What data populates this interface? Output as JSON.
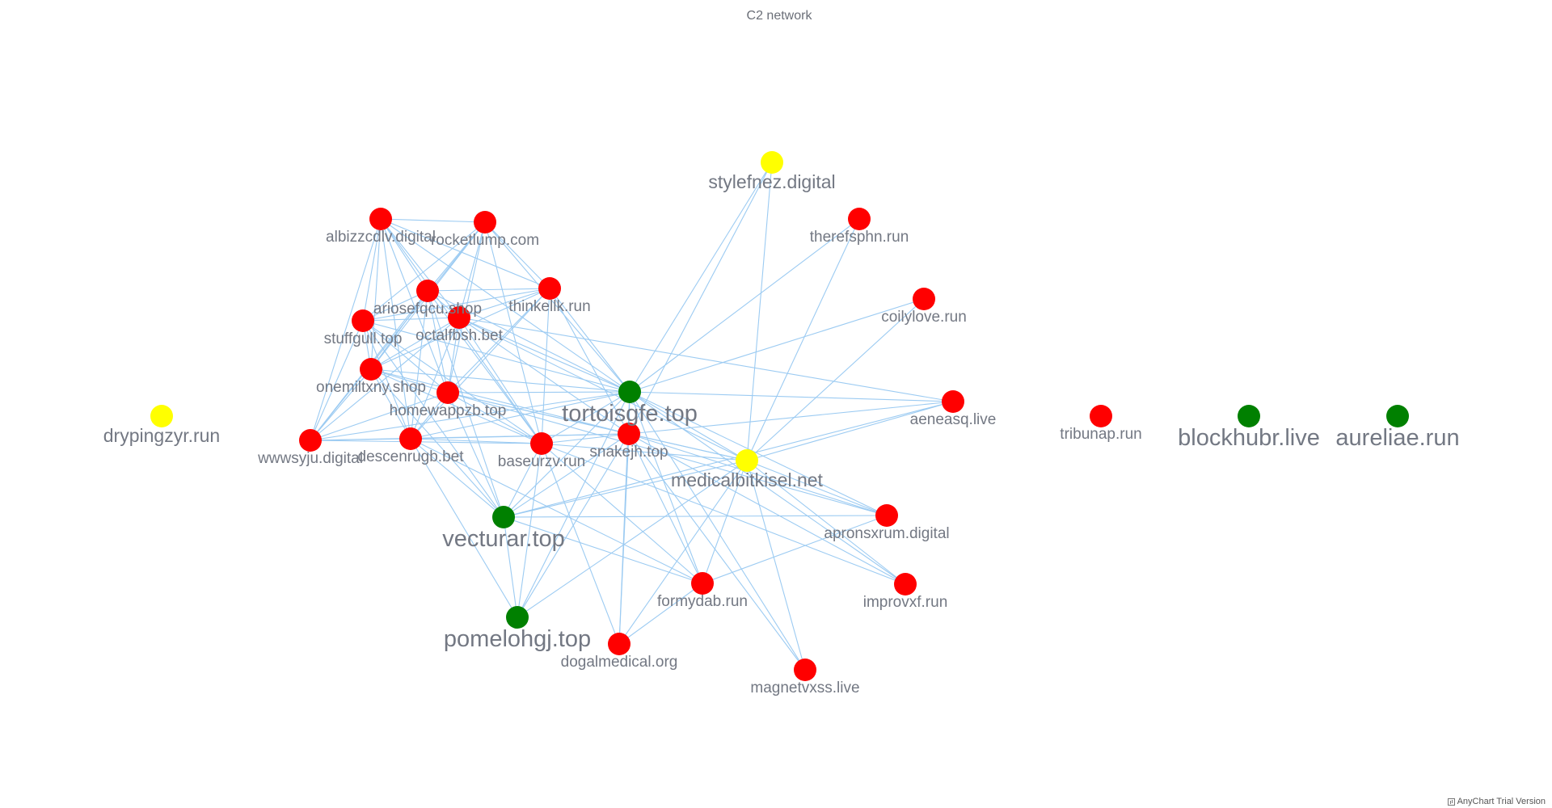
{
  "title": "C2 network",
  "credit": "AnyChart Trial Version",
  "colors": {
    "red": "#ff0000",
    "green": "#008000",
    "yellow": "#ffff00",
    "edge": "#9ccbf2"
  },
  "nodes": [
    {
      "id": "stylefnez.digital",
      "color": "yellow"
    },
    {
      "id": "albizzcdlv.digital",
      "color": "red"
    },
    {
      "id": "rocketlump.com",
      "color": "red"
    },
    {
      "id": "therefsphn.run",
      "color": "red"
    },
    {
      "id": "ariosefqcu.shop",
      "color": "red"
    },
    {
      "id": "thinkellk.run",
      "color": "red"
    },
    {
      "id": "coilylove.run",
      "color": "red"
    },
    {
      "id": "stuffgull.top",
      "color": "red"
    },
    {
      "id": "octalfbsh.bet",
      "color": "red"
    },
    {
      "id": "onemiltxny.shop",
      "color": "red"
    },
    {
      "id": "homewappzb.top",
      "color": "red"
    },
    {
      "id": "tortoisgfe.top",
      "color": "green"
    },
    {
      "id": "aeneasq.live",
      "color": "red"
    },
    {
      "id": "drypingzyr.run",
      "color": "yellow"
    },
    {
      "id": "wwwsyju.digital",
      "color": "red"
    },
    {
      "id": "descenrugb.bet",
      "color": "red"
    },
    {
      "id": "baseurzv.run",
      "color": "red"
    },
    {
      "id": "snakejh.top",
      "color": "red"
    },
    {
      "id": "medicalbitkisel.net",
      "color": "yellow"
    },
    {
      "id": "tribunap.run",
      "color": "red"
    },
    {
      "id": "blockhubr.live",
      "color": "green"
    },
    {
      "id": "aureliae.run",
      "color": "green"
    },
    {
      "id": "vecturar.top",
      "color": "green"
    },
    {
      "id": "apronsxrum.digital",
      "color": "red"
    },
    {
      "id": "formydab.run",
      "color": "red"
    },
    {
      "id": "improvxf.run",
      "color": "red"
    },
    {
      "id": "pomelohgj.top",
      "color": "green"
    },
    {
      "id": "dogalmedical.org",
      "color": "red"
    },
    {
      "id": "magnetvxss.live",
      "color": "red"
    }
  ],
  "edges": [
    [
      "albizzcdlv.digital",
      "rocketlump.com"
    ],
    [
      "albizzcdlv.digital",
      "ariosefqcu.shop"
    ],
    [
      "albizzcdlv.digital",
      "octalfbsh.bet"
    ],
    [
      "albizzcdlv.digital",
      "stuffgull.top"
    ],
    [
      "albizzcdlv.digital",
      "onemiltxny.shop"
    ],
    [
      "albizzcdlv.digital",
      "thinkellk.run"
    ],
    [
      "albizzcdlv.digital",
      "homewappzb.top"
    ],
    [
      "albizzcdlv.digital",
      "wwwsyju.digital"
    ],
    [
      "albizzcdlv.digital",
      "descenrugb.bet"
    ],
    [
      "albizzcdlv.digital",
      "tortoisgfe.top"
    ],
    [
      "albizzcdlv.digital",
      "baseurzv.run"
    ],
    [
      "rocketlump.com",
      "ariosefqcu.shop"
    ],
    [
      "rocketlump.com",
      "octalfbsh.bet"
    ],
    [
      "rocketlump.com",
      "stuffgull.top"
    ],
    [
      "rocketlump.com",
      "thinkellk.run"
    ],
    [
      "rocketlump.com",
      "onemiltxny.shop"
    ],
    [
      "rocketlump.com",
      "homewappzb.top"
    ],
    [
      "rocketlump.com",
      "tortoisgfe.top"
    ],
    [
      "rocketlump.com",
      "wwwsyju.digital"
    ],
    [
      "rocketlump.com",
      "baseurzv.run"
    ],
    [
      "ariosefqcu.shop",
      "octalfbsh.bet"
    ],
    [
      "ariosefqcu.shop",
      "stuffgull.top"
    ],
    [
      "ariosefqcu.shop",
      "thinkellk.run"
    ],
    [
      "ariosefqcu.shop",
      "onemiltxny.shop"
    ],
    [
      "ariosefqcu.shop",
      "homewappzb.top"
    ],
    [
      "ariosefqcu.shop",
      "tortoisgfe.top"
    ],
    [
      "ariosefqcu.shop",
      "vecturar.top"
    ],
    [
      "ariosefqcu.shop",
      "wwwsyju.digital"
    ],
    [
      "ariosefqcu.shop",
      "descenrugb.bet"
    ],
    [
      "ariosefqcu.shop",
      "baseurzv.run"
    ],
    [
      "thinkellk.run",
      "stuffgull.top"
    ],
    [
      "thinkellk.run",
      "octalfbsh.bet"
    ],
    [
      "thinkellk.run",
      "onemiltxny.shop"
    ],
    [
      "thinkellk.run",
      "tortoisgfe.top"
    ],
    [
      "thinkellk.run",
      "baseurzv.run"
    ],
    [
      "thinkellk.run",
      "homewappzb.top"
    ],
    [
      "thinkellk.run",
      "descenrugb.bet"
    ],
    [
      "thinkellk.run",
      "snakejh.top"
    ],
    [
      "stuffgull.top",
      "octalfbsh.bet"
    ],
    [
      "stuffgull.top",
      "onemiltxny.shop"
    ],
    [
      "stuffgull.top",
      "homewappzb.top"
    ],
    [
      "stuffgull.top",
      "wwwsyju.digital"
    ],
    [
      "stuffgull.top",
      "descenrugb.bet"
    ],
    [
      "stuffgull.top",
      "tortoisgfe.top"
    ],
    [
      "stuffgull.top",
      "baseurzv.run"
    ],
    [
      "stuffgull.top",
      "vecturar.top"
    ],
    [
      "octalfbsh.bet",
      "onemiltxny.shop"
    ],
    [
      "octalfbsh.bet",
      "homewappzb.top"
    ],
    [
      "octalfbsh.bet",
      "tortoisgfe.top"
    ],
    [
      "octalfbsh.bet",
      "wwwsyju.digital"
    ],
    [
      "octalfbsh.bet",
      "descenrugb.bet"
    ],
    [
      "octalfbsh.bet",
      "baseurzv.run"
    ],
    [
      "octalfbsh.bet",
      "medicalbitkisel.net"
    ],
    [
      "octalfbsh.bet",
      "snakejh.top"
    ],
    [
      "onemiltxny.shop",
      "homewappzb.top"
    ],
    [
      "onemiltxny.shop",
      "wwwsyju.digital"
    ],
    [
      "onemiltxny.shop",
      "descenrugb.bet"
    ],
    [
      "onemiltxny.shop",
      "tortoisgfe.top"
    ],
    [
      "onemiltxny.shop",
      "baseurzv.run"
    ],
    [
      "onemiltxny.shop",
      "vecturar.top"
    ],
    [
      "onemiltxny.shop",
      "snakejh.top"
    ],
    [
      "homewappzb.top",
      "wwwsyju.digital"
    ],
    [
      "homewappzb.top",
      "descenrugb.bet"
    ],
    [
      "homewappzb.top",
      "tortoisgfe.top"
    ],
    [
      "homewappzb.top",
      "baseurzv.run"
    ],
    [
      "homewappzb.top",
      "snakejh.top"
    ],
    [
      "homewappzb.top",
      "medicalbitkisel.net"
    ],
    [
      "homewappzb.top",
      "vecturar.top"
    ],
    [
      "wwwsyju.digital",
      "descenrugb.bet"
    ],
    [
      "wwwsyju.digital",
      "tortoisgfe.top"
    ],
    [
      "wwwsyju.digital",
      "snakejh.top"
    ],
    [
      "wwwsyju.digital",
      "baseurzv.run"
    ],
    [
      "descenrugb.bet",
      "baseurzv.run"
    ],
    [
      "descenrugb.bet",
      "tortoisgfe.top"
    ],
    [
      "descenrugb.bet",
      "vecturar.top"
    ],
    [
      "descenrugb.bet",
      "snakejh.top"
    ],
    [
      "descenrugb.bet",
      "pomelohgj.top"
    ],
    [
      "descenrugb.bet",
      "formydab.run"
    ],
    [
      "baseurzv.run",
      "tortoisgfe.top"
    ],
    [
      "baseurzv.run",
      "vecturar.top"
    ],
    [
      "baseurzv.run",
      "snakejh.top"
    ],
    [
      "baseurzv.run",
      "medicalbitkisel.net"
    ],
    [
      "baseurzv.run",
      "pomelohgj.top"
    ],
    [
      "baseurzv.run",
      "formydab.run"
    ],
    [
      "baseurzv.run",
      "dogalmedical.org"
    ],
    [
      "tortoisgfe.top",
      "stylefnez.digital"
    ],
    [
      "tortoisgfe.top",
      "therefsphn.run"
    ],
    [
      "tortoisgfe.top",
      "coilylove.run"
    ],
    [
      "tortoisgfe.top",
      "aeneasq.live"
    ],
    [
      "tortoisgfe.top",
      "snakejh.top"
    ],
    [
      "tortoisgfe.top",
      "medicalbitkisel.net"
    ],
    [
      "tortoisgfe.top",
      "vecturar.top"
    ],
    [
      "tortoisgfe.top",
      "pomelohgj.top"
    ],
    [
      "tortoisgfe.top",
      "formydab.run"
    ],
    [
      "tortoisgfe.top",
      "apronsxrum.digital"
    ],
    [
      "tortoisgfe.top",
      "improvxf.run"
    ],
    [
      "tortoisgfe.top",
      "magnetvxss.live"
    ],
    [
      "tortoisgfe.top",
      "dogalmedical.org"
    ],
    [
      "medicalbitkisel.net",
      "stylefnez.digital"
    ],
    [
      "medicalbitkisel.net",
      "therefsphn.run"
    ],
    [
      "medicalbitkisel.net",
      "coilylove.run"
    ],
    [
      "medicalbitkisel.net",
      "aeneasq.live"
    ],
    [
      "medicalbitkisel.net",
      "snakejh.top"
    ],
    [
      "medicalbitkisel.net",
      "vecturar.top"
    ],
    [
      "medicalbitkisel.net",
      "pomelohgj.top"
    ],
    [
      "medicalbitkisel.net",
      "formydab.run"
    ],
    [
      "medicalbitkisel.net",
      "apronsxrum.digital"
    ],
    [
      "medicalbitkisel.net",
      "improvxf.run"
    ],
    [
      "medicalbitkisel.net",
      "magnetvxss.live"
    ],
    [
      "medicalbitkisel.net",
      "dogalmedical.org"
    ],
    [
      "snakejh.top",
      "stylefnez.digital"
    ],
    [
      "snakejh.top",
      "aeneasq.live"
    ],
    [
      "snakejh.top",
      "vecturar.top"
    ],
    [
      "snakejh.top",
      "formydab.run"
    ],
    [
      "snakejh.top",
      "dogalmedical.org"
    ],
    [
      "snakejh.top",
      "apronsxrum.digital"
    ],
    [
      "snakejh.top",
      "improvxf.run"
    ],
    [
      "snakejh.top",
      "magnetvxss.live"
    ],
    [
      "snakejh.top",
      "pomelohgj.top"
    ],
    [
      "vecturar.top",
      "aeneasq.live"
    ],
    [
      "vecturar.top",
      "pomelohgj.top"
    ],
    [
      "vecturar.top",
      "formydab.run"
    ],
    [
      "vecturar.top",
      "apronsxrum.digital"
    ],
    [
      "formydab.run",
      "apronsxrum.digital"
    ],
    [
      "formydab.run",
      "dogalmedical.org"
    ],
    [
      "homewappzb.top",
      "apronsxrum.digital"
    ],
    [
      "baseurzv.run",
      "improvxf.run"
    ],
    [
      "octalfbsh.bet",
      "aeneasq.live"
    ]
  ]
}
